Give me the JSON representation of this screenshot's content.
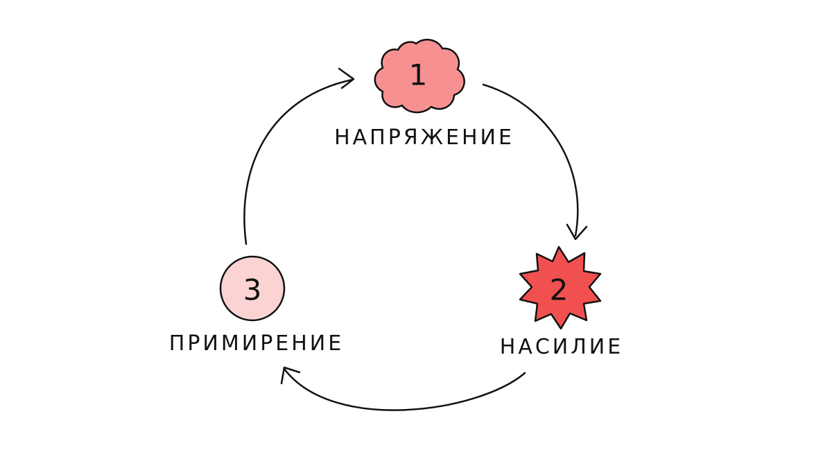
{
  "cycle": {
    "stages": [
      {
        "number": "1",
        "label": "НАПРЯЖЕНИЕ",
        "shape": "blob",
        "color": "#f79191"
      },
      {
        "number": "2",
        "label": "НАСИЛИЕ",
        "shape": "starburst",
        "color": "#f0504f"
      },
      {
        "number": "3",
        "label": "ПРИМИРЕНИЕ",
        "shape": "circle",
        "color": "#fbd3d3"
      }
    ]
  }
}
